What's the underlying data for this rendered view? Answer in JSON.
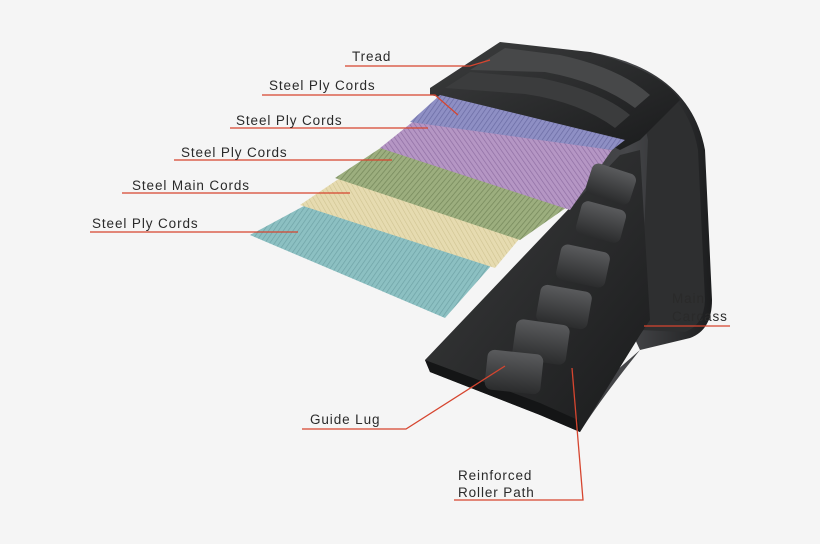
{
  "labels": {
    "tread": "Tread",
    "steel_ply_cords_1": "Steel Ply Cords",
    "steel_ply_cords_2": "Steel Ply Cords",
    "steel_ply_cords_3": "Steel Ply Cords",
    "steel_main_cords": "Steel Main Cords",
    "steel_ply_cords_4": "Steel Ply Cords",
    "main_carcass_line1": "Main",
    "main_carcass_line2": "Carcass",
    "guide_lug": "Guide Lug",
    "roller_path_line1": "Reinforced",
    "roller_path_line2": "Roller Path"
  },
  "colors": {
    "background": "#f5f5f5",
    "leader_line": "#d6452f",
    "rubber_dark": "#1f2021",
    "rubber_mid": "#3a3b3c",
    "layer_blue_purple": "#8e8fc4",
    "layer_purple": "#b596c4",
    "layer_green": "#9cae7e",
    "layer_cream": "#e6dbb0",
    "layer_teal": "#8cc0c2"
  }
}
